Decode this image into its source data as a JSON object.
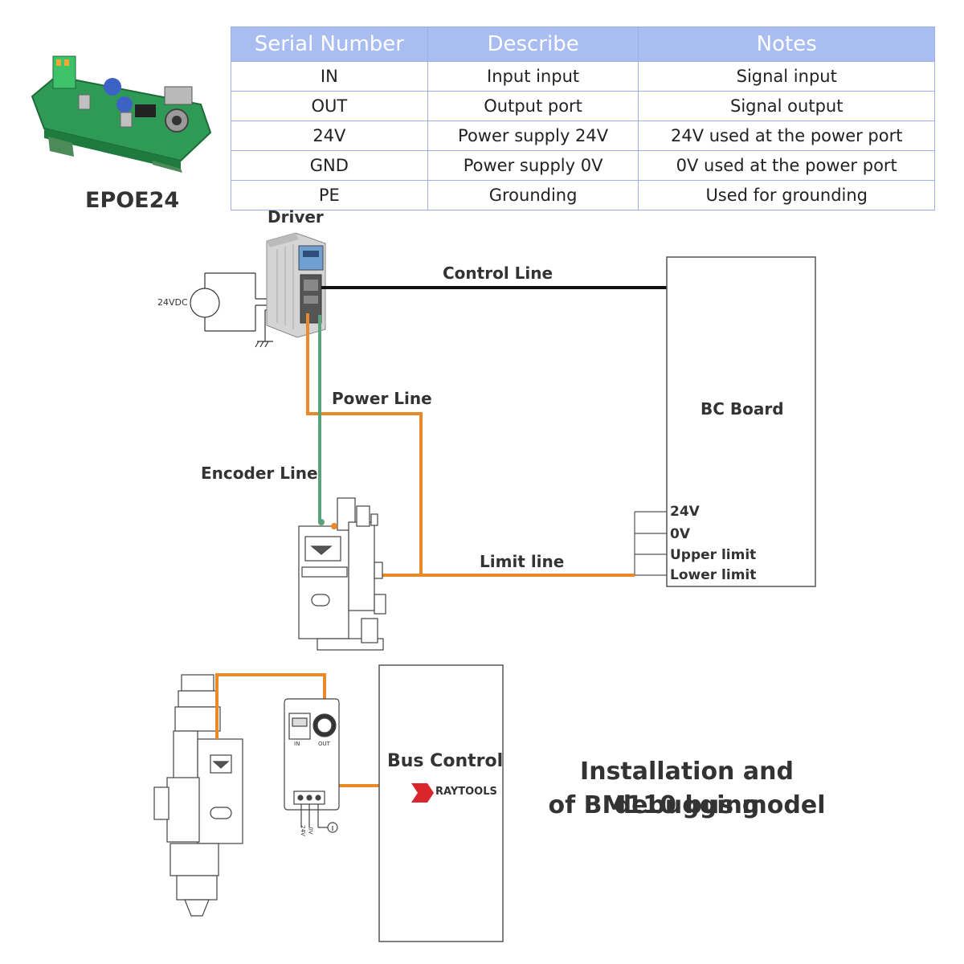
{
  "product": {
    "name": "EPOE24"
  },
  "table": {
    "headers": [
      "Serial Number",
      "Describe",
      "Notes"
    ],
    "rows": [
      [
        "IN",
        "Input input",
        "Signal input"
      ],
      [
        "OUT",
        "Output port",
        "Signal output"
      ],
      [
        "24V",
        "Power supply 24V",
        "24V used at the power port"
      ],
      [
        "GND",
        "Power supply 0V",
        "0V used at the power port"
      ],
      [
        "PE",
        "Grounding",
        "Used for grounding"
      ]
    ]
  },
  "diagram": {
    "driver_label": "Driver",
    "supply_label": "24VDC",
    "control_line": "Control Line",
    "power_line": "Power Line",
    "encoder_line": "Encoder Line",
    "limit_line": "Limit line",
    "bc_board": "BC Board",
    "bc_terminals": [
      "24V",
      "0V",
      "Upper limit",
      "Lower limit"
    ],
    "bus_control": "Bus Control",
    "brand": "RAYTOOLS",
    "module_ports": {
      "in": "IN",
      "out": "OUT",
      "v24": "24V",
      "v0": "0V"
    },
    "caption_line1": "Installation and debugging",
    "caption_line2": "of BM110 bus model"
  },
  "colors": {
    "header": "#a9bdf0",
    "power_line": "#e8892a",
    "encoder_line": "#5aa27a",
    "control_line": "#111111",
    "pcb": "#2f9a55"
  }
}
